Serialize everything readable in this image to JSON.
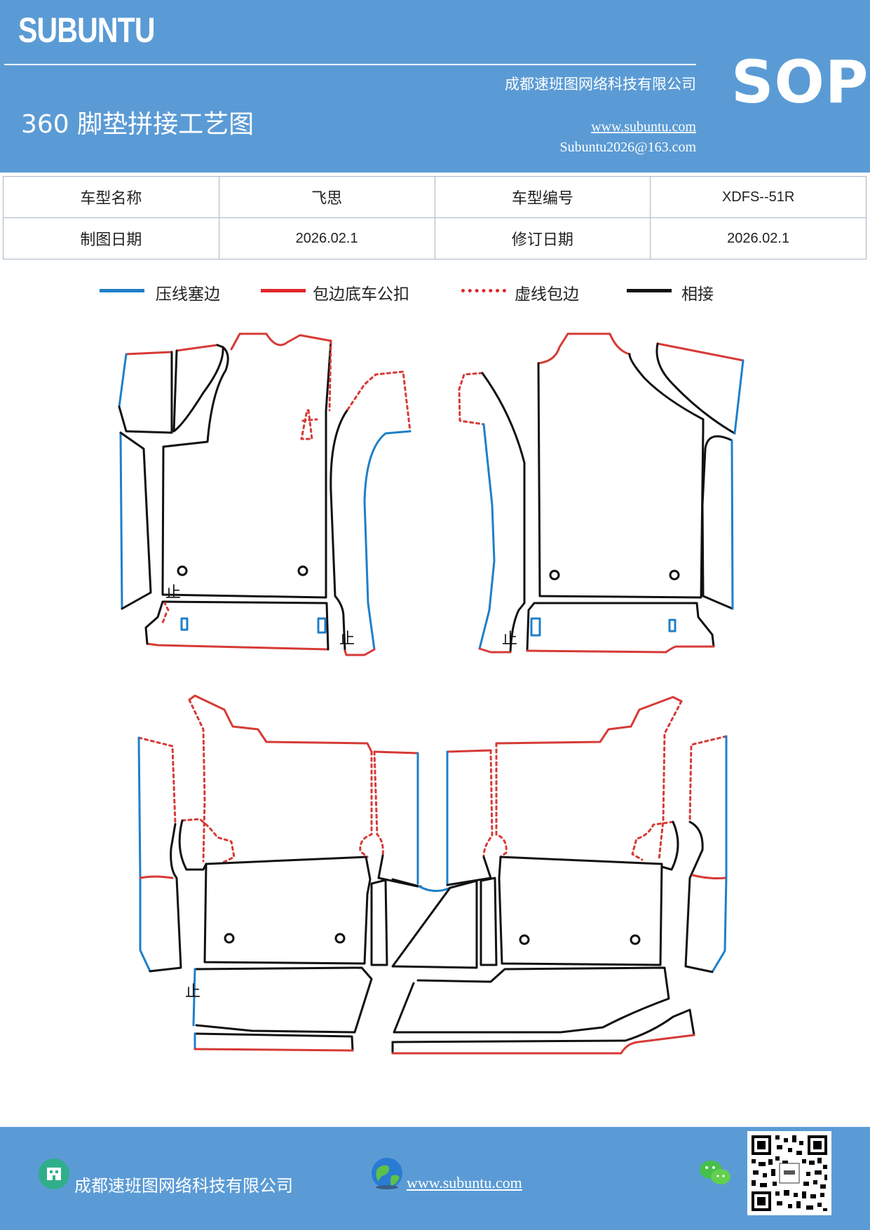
{
  "header": {
    "logo": "SUBUNTU",
    "company": "成都速班图网络科技有限公司",
    "title": "360 脚垫拼接工艺图",
    "website": "www.subuntu.com",
    "email": "Subuntu2026@163.com",
    "badge": "SOP"
  },
  "info_table": {
    "row1": {
      "label1": "车型名称",
      "value1": "飞思",
      "label2": "车型编号",
      "value2": "XDFS--51R"
    },
    "row2": {
      "label1": "制图日期",
      "value1": "2026.02.1",
      "label2": "修订日期",
      "value2": "2026.02.1"
    }
  },
  "legend": [
    {
      "label": "压线塞边",
      "color": "#1f7fc8",
      "style": "solid"
    },
    {
      "label": "包边底车公扣",
      "color": "#e0262b",
      "style": "solid"
    },
    {
      "label": "虚线包边",
      "color": "#e0262b",
      "style": "dotted"
    },
    {
      "label": "相接",
      "color": "#111111",
      "style": "solid"
    }
  ],
  "stop_marks": [
    "止",
    "止",
    "止",
    "止"
  ],
  "colors": {
    "header_bg": "#5b9bd5",
    "blue_edge": "#1f7fc8",
    "red_edge": "#d63a36",
    "joint": "#111111"
  },
  "footer": {
    "company": "成都速班图网络科技有限公司",
    "website": "www.subuntu.com",
    "icons": [
      "building-icon",
      "globe-icon",
      "wechat-icon",
      "qr-code"
    ]
  }
}
